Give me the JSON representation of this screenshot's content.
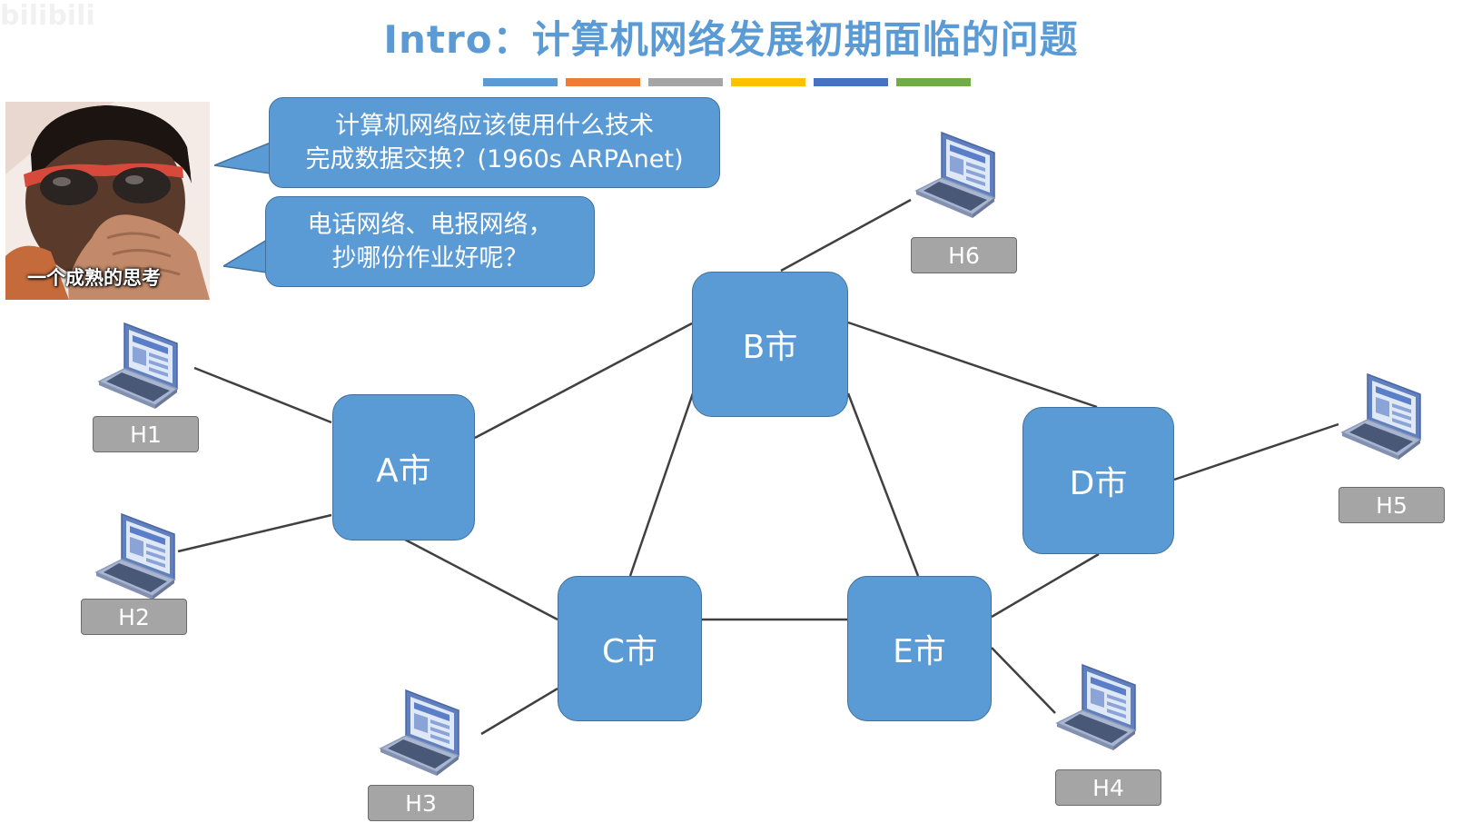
{
  "watermark": "bilibili",
  "title": "Intro：计算机网络发展初期面临的问题",
  "color_bars": [
    "#5b9bd5",
    "#ed7d31",
    "#a5a5a5",
    "#ffc000",
    "#4472c4",
    "#70ad47"
  ],
  "avatar": {
    "caption": "一个成熟的思考"
  },
  "bubbles": {
    "question": {
      "line1": "计算机网络应该使用什么技术",
      "line2": "完成数据交换？(1960s ARPAnet)"
    },
    "copy": {
      "line1": "电话网络、电报网络，",
      "line2": "抄哪份作业好呢？"
    }
  },
  "cities": {
    "a": "A市",
    "b": "B市",
    "c": "C市",
    "d": "D市",
    "e": "E市"
  },
  "hosts": {
    "h1": "H1",
    "h2": "H2",
    "h3": "H3",
    "h4": "H4",
    "h5": "H5",
    "h6": "H6"
  },
  "colors": {
    "node_fill": "#5b9bd5",
    "node_border": "#41719c",
    "host_label_fill": "#a5a5a5",
    "link": "#404040"
  },
  "icons": {
    "host": "laptop-icon"
  }
}
